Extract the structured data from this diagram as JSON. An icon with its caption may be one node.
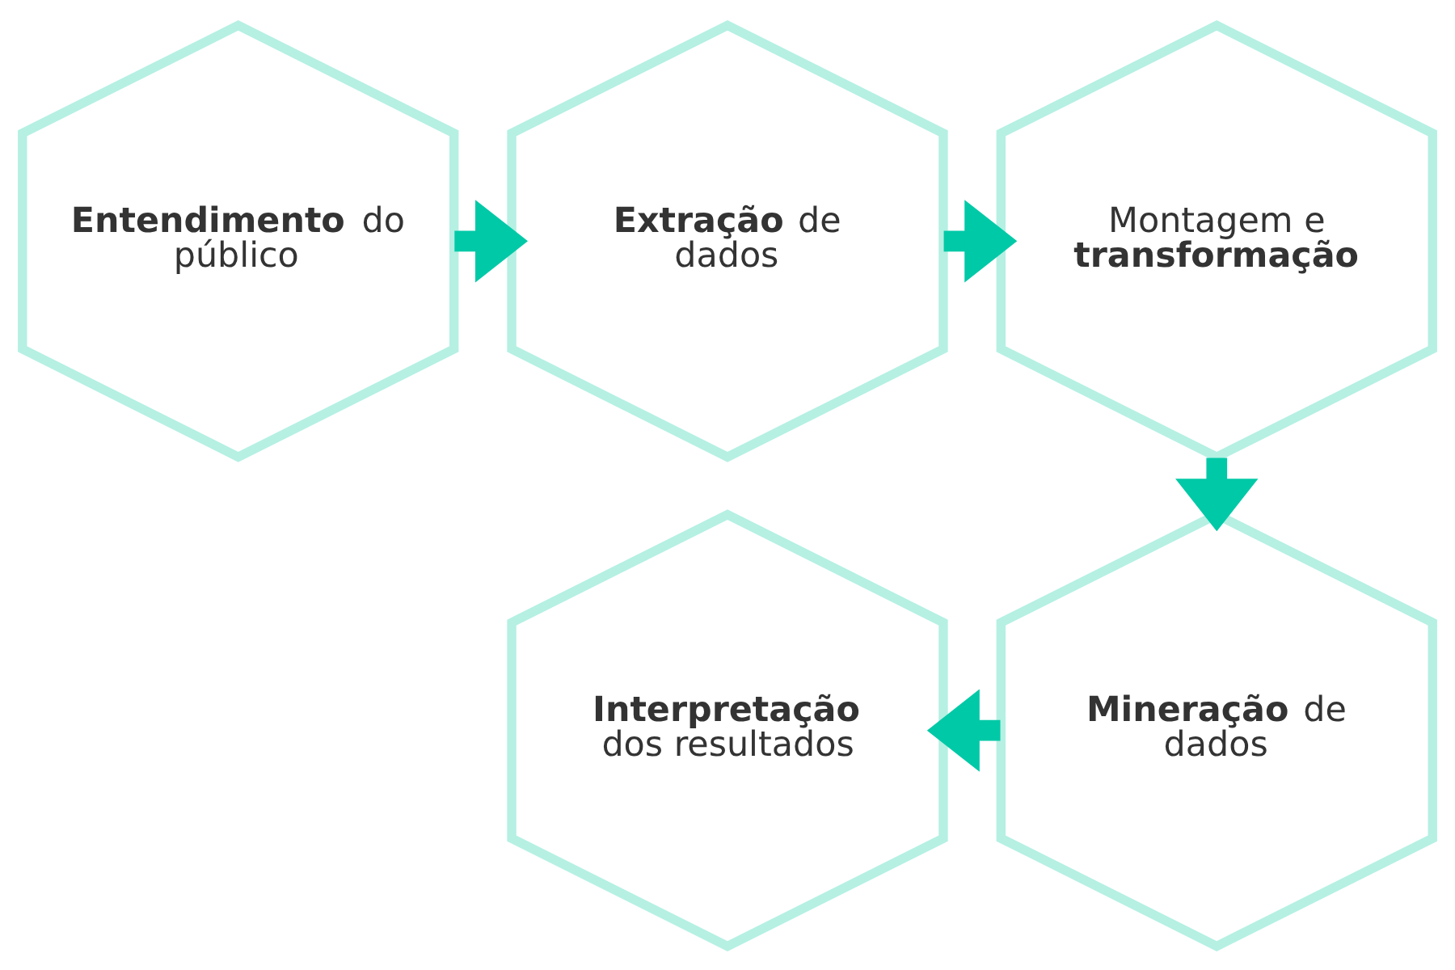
{
  "diagram": {
    "nodes": [
      {
        "text": [
          "**Entendimento** do público"
        ]
      },
      {
        "text": [
          "**Extração** de dados"
        ]
      },
      {
        "text": [
          "Montagem e **transformação**"
        ]
      },
      {
        "text": [
          "**Mineração** de dados"
        ]
      },
      {
        "text": [
          "**Interpretação** dos resultados"
        ]
      }
    ],
    "edges": [
      {
        "from": 0,
        "to": 1,
        "arrow": "to"
      },
      {
        "from": 1,
        "to": 2,
        "arrow": "to"
      },
      {
        "from": 2,
        "to": 3,
        "arrow": "to"
      },
      {
        "from": 3,
        "to": 4,
        "arrow": "to"
      }
    ]
  }
}
